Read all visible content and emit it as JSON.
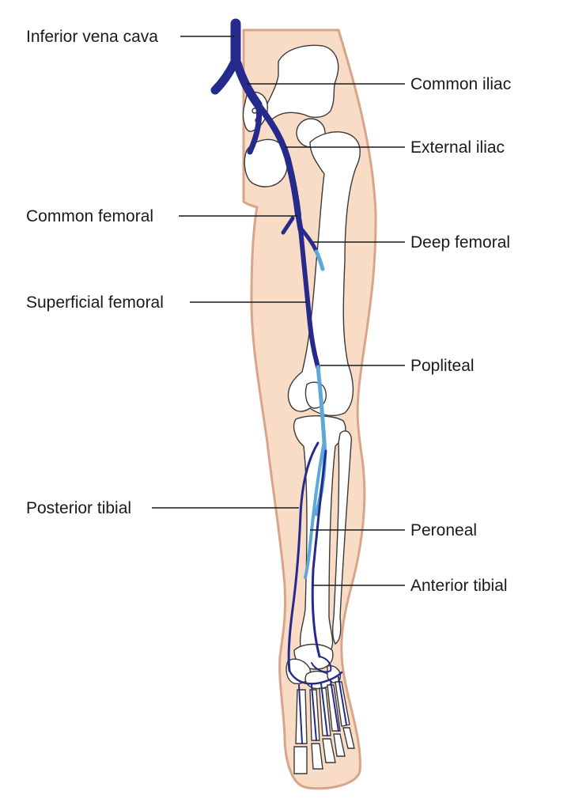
{
  "labels": {
    "inferior_vena_cava": "Inferior vena cava",
    "common_iliac": "Common iliac",
    "external_iliac": "External iliac",
    "common_femoral": "Common femoral",
    "deep_femoral": "Deep femoral",
    "superficial_femoral": "Superficial femoral",
    "popliteal": "Popliteal",
    "posterior_tibial": "Posterior tibial",
    "peroneal": "Peroneal",
    "anterior_tibial": "Anterior tibial"
  },
  "colors": {
    "skin": "#f9dcc6",
    "skin_outline": "#d9a58a",
    "bone": "#ffffff",
    "deep_vein": "#262a8c",
    "superficial_vein": "#5ea7db",
    "leader_line": "#1a1a1a"
  }
}
